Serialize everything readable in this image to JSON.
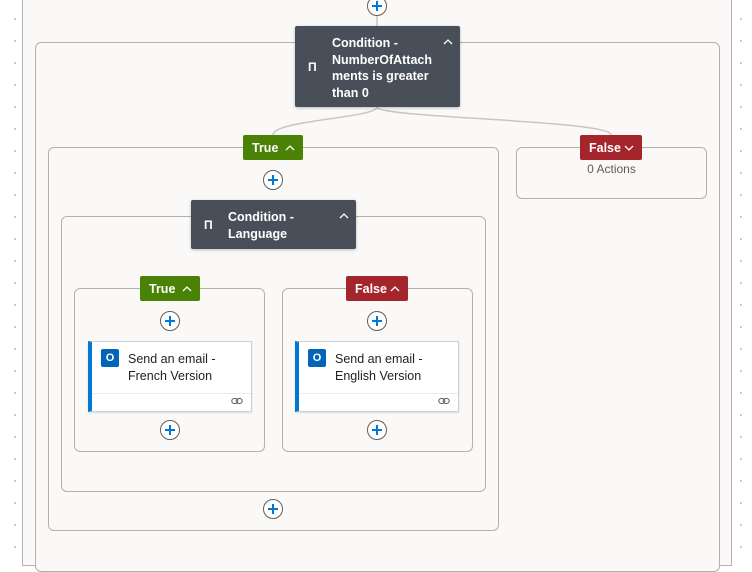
{
  "outer_condition": {
    "title": "Condition -\nNumberOfAttach\nments is greater\nthan 0",
    "icon": "condition-icon"
  },
  "outer_true_branch": {
    "label": "True"
  },
  "outer_false_branch": {
    "label": "False",
    "empty_text": "0 Actions"
  },
  "inner_condition": {
    "title": "Condition -\nLanguage",
    "icon": "condition-icon"
  },
  "inner_true_branch": {
    "label": "True"
  },
  "inner_false_branch": {
    "label": "False"
  },
  "actions": [
    {
      "title": "Send an email -\nFrench Version",
      "icon": "outlook-icon",
      "link_icon": "link-icon"
    },
    {
      "title": "Send an email -\nEnglish Version",
      "icon": "outlook-icon",
      "link_icon": "link-icon"
    }
  ],
  "icon_glyphs": {
    "condition": "Π",
    "outlook": "O"
  },
  "colors": {
    "condition_card": "#484f58",
    "true_pill": "#498205",
    "false_pill": "#a4262c",
    "action_accent": "#0078d4"
  }
}
